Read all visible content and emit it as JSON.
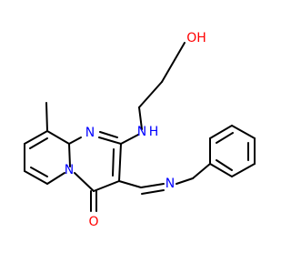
{
  "colors": {
    "bond": "#000000",
    "nitrogen": "#0000ff",
    "oxygen": "#ff0000",
    "background": "#ffffff"
  },
  "labels": {
    "oh": "OH",
    "n_amine": "N",
    "h_amine": "H",
    "n_ring_top": "N",
    "n_ring_fused": "N",
    "n_imine": "N",
    "o_carbonyl": "O"
  }
}
